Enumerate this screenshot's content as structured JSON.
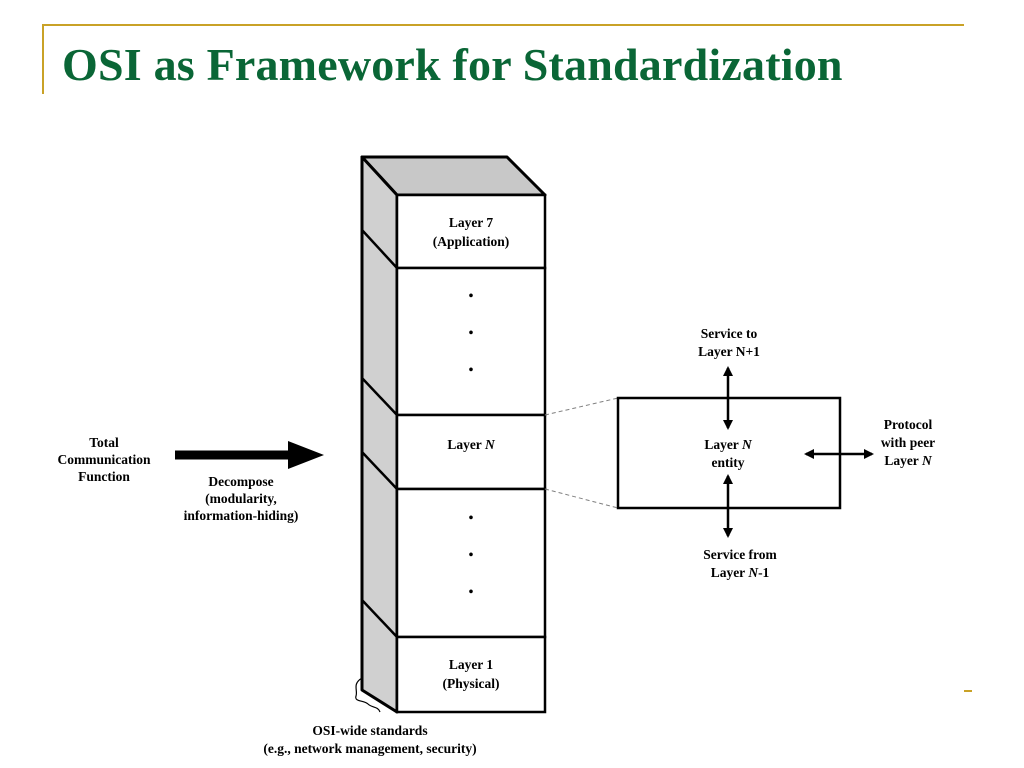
{
  "slide": {
    "title": "OSI as Framework for Standardization",
    "accent_color": "#c9a227",
    "title_color": "#0a6636"
  },
  "diagram": {
    "left_labels": {
      "total_function": [
        "Total",
        "Communication",
        "Function"
      ],
      "decompose": [
        "Decompose",
        "(modularity,",
        "information-hiding)"
      ]
    },
    "layers": {
      "top": [
        "Layer 7",
        "(Application)"
      ],
      "middle": "Layer N",
      "bottom": [
        "Layer 1",
        "(Physical)"
      ],
      "ellipsis_glyph": "•"
    },
    "entity": {
      "label": [
        "Layer N",
        "entity"
      ],
      "service_to": [
        "Service to",
        "Layer N+1"
      ],
      "service_from": [
        "Service from",
        "Layer N-1"
      ],
      "protocol": [
        "Protocol",
        "with peer",
        "Layer N"
      ]
    },
    "footer": [
      "OSI-wide standards",
      "(e.g., network management, security)"
    ],
    "colors": {
      "side_face": "#d0d0d0",
      "top_face": "#c8c8c8",
      "stroke": "#000000",
      "guide": "#808080"
    }
  }
}
